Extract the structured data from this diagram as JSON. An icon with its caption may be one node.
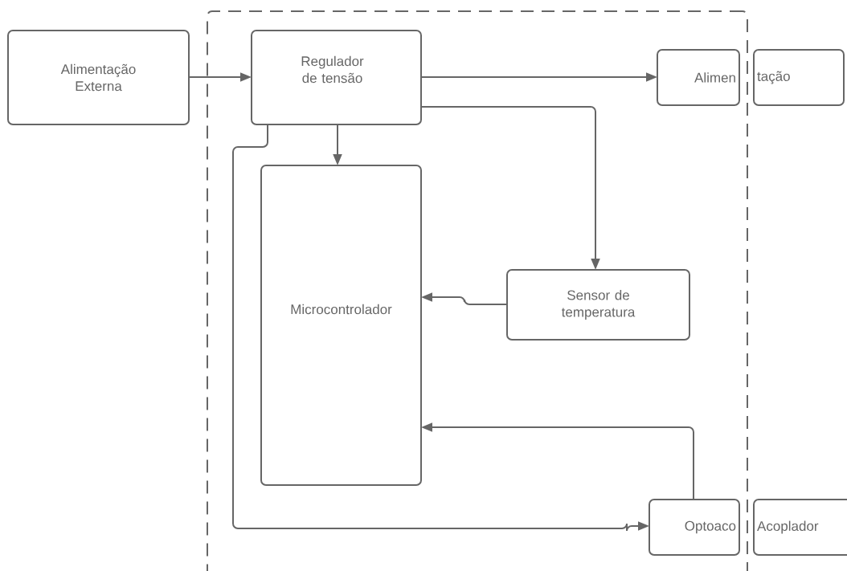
{
  "diagram": {
    "nodes": [
      {
        "text": [],
        "shape": "box"
      },
      {
        "text": [
          "Alimentação Externa"
        ]
      },
      {
        "text": [
          "Regulador de tensão"
        ],
        "in": 0
      },
      {
        "text": [
          "Alimen"
        ],
        "in": 0
      },
      {
        "text": [
          "tação"
        ]
      },
      {
        "text": [
          "Microcontrolador"
        ],
        "in": 0
      },
      {
        "text": [
          "Sensor de temperatura"
        ],
        "in": 0
      },
      {
        "text": [
          "Optoaco"
        ],
        "in": 0
      },
      {
        "text": [
          "Acoplador"
        ]
      }
    ],
    "edges": [
      {
        "from": 1,
        "to": 2,
        "arrow": "to"
      },
      {
        "from": 2,
        "to": 3,
        "arrow": "to"
      },
      {
        "from": 2,
        "to": 6,
        "arrow": "to"
      },
      {
        "from": 2,
        "to": 5,
        "arrow": "to"
      },
      {
        "from": 6,
        "to": 5,
        "arrow": "to"
      },
      {
        "from": 7,
        "to": 5,
        "arrow": "to"
      },
      {
        "from": 2,
        "to": 7,
        "arrow": "to"
      }
    ]
  }
}
